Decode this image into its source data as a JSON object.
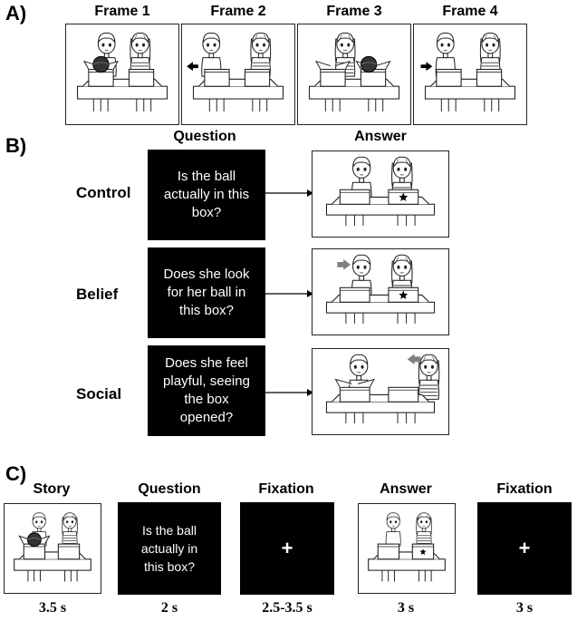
{
  "panel_a": {
    "letter": "A)",
    "frames": [
      {
        "title": "Frame 1",
        "scene": "ball-in-left-box"
      },
      {
        "title": "Frame 2",
        "scene": "left-girl-leaves"
      },
      {
        "title": "Frame 3",
        "scene": "right-girl-moves-ball"
      },
      {
        "title": "Frame 4",
        "scene": "left-girl-returns"
      }
    ]
  },
  "panel_b": {
    "letter": "B)",
    "question_header": "Question",
    "answer_header": "Answer",
    "rows": [
      {
        "label": "Control",
        "question": "Is the ball actually in this box?",
        "scene": "star-right-box"
      },
      {
        "label": "Belief",
        "question": "Does she look for her ball in this box?",
        "scene": "star-right-box-arrow-left-girl"
      },
      {
        "label": "Social",
        "question": "Does she feel playful, seeing the box opened?",
        "scene": "arrow-right-girl"
      }
    ]
  },
  "panel_c": {
    "letter": "C)",
    "steps": [
      {
        "title": "Story",
        "type": "image",
        "duration": "3.5 s"
      },
      {
        "title": "Question",
        "type": "text",
        "content": "Is the ball actually in this box?",
        "duration": "2 s"
      },
      {
        "title": "Fixation",
        "type": "fixation",
        "content": "+",
        "duration": "2.5-3.5 s"
      },
      {
        "title": "Answer",
        "type": "image",
        "duration": "3 s"
      },
      {
        "title": "Fixation",
        "type": "fixation",
        "content": "+",
        "duration": "3 s"
      }
    ]
  },
  "icons": {
    "star": "star-icon",
    "arrow": "gray-arrow-icon",
    "ball": "ball-icon"
  },
  "colors": {
    "question_bg": "#000000",
    "question_text": "#ffffff",
    "pointer_arrow": "#808080"
  }
}
